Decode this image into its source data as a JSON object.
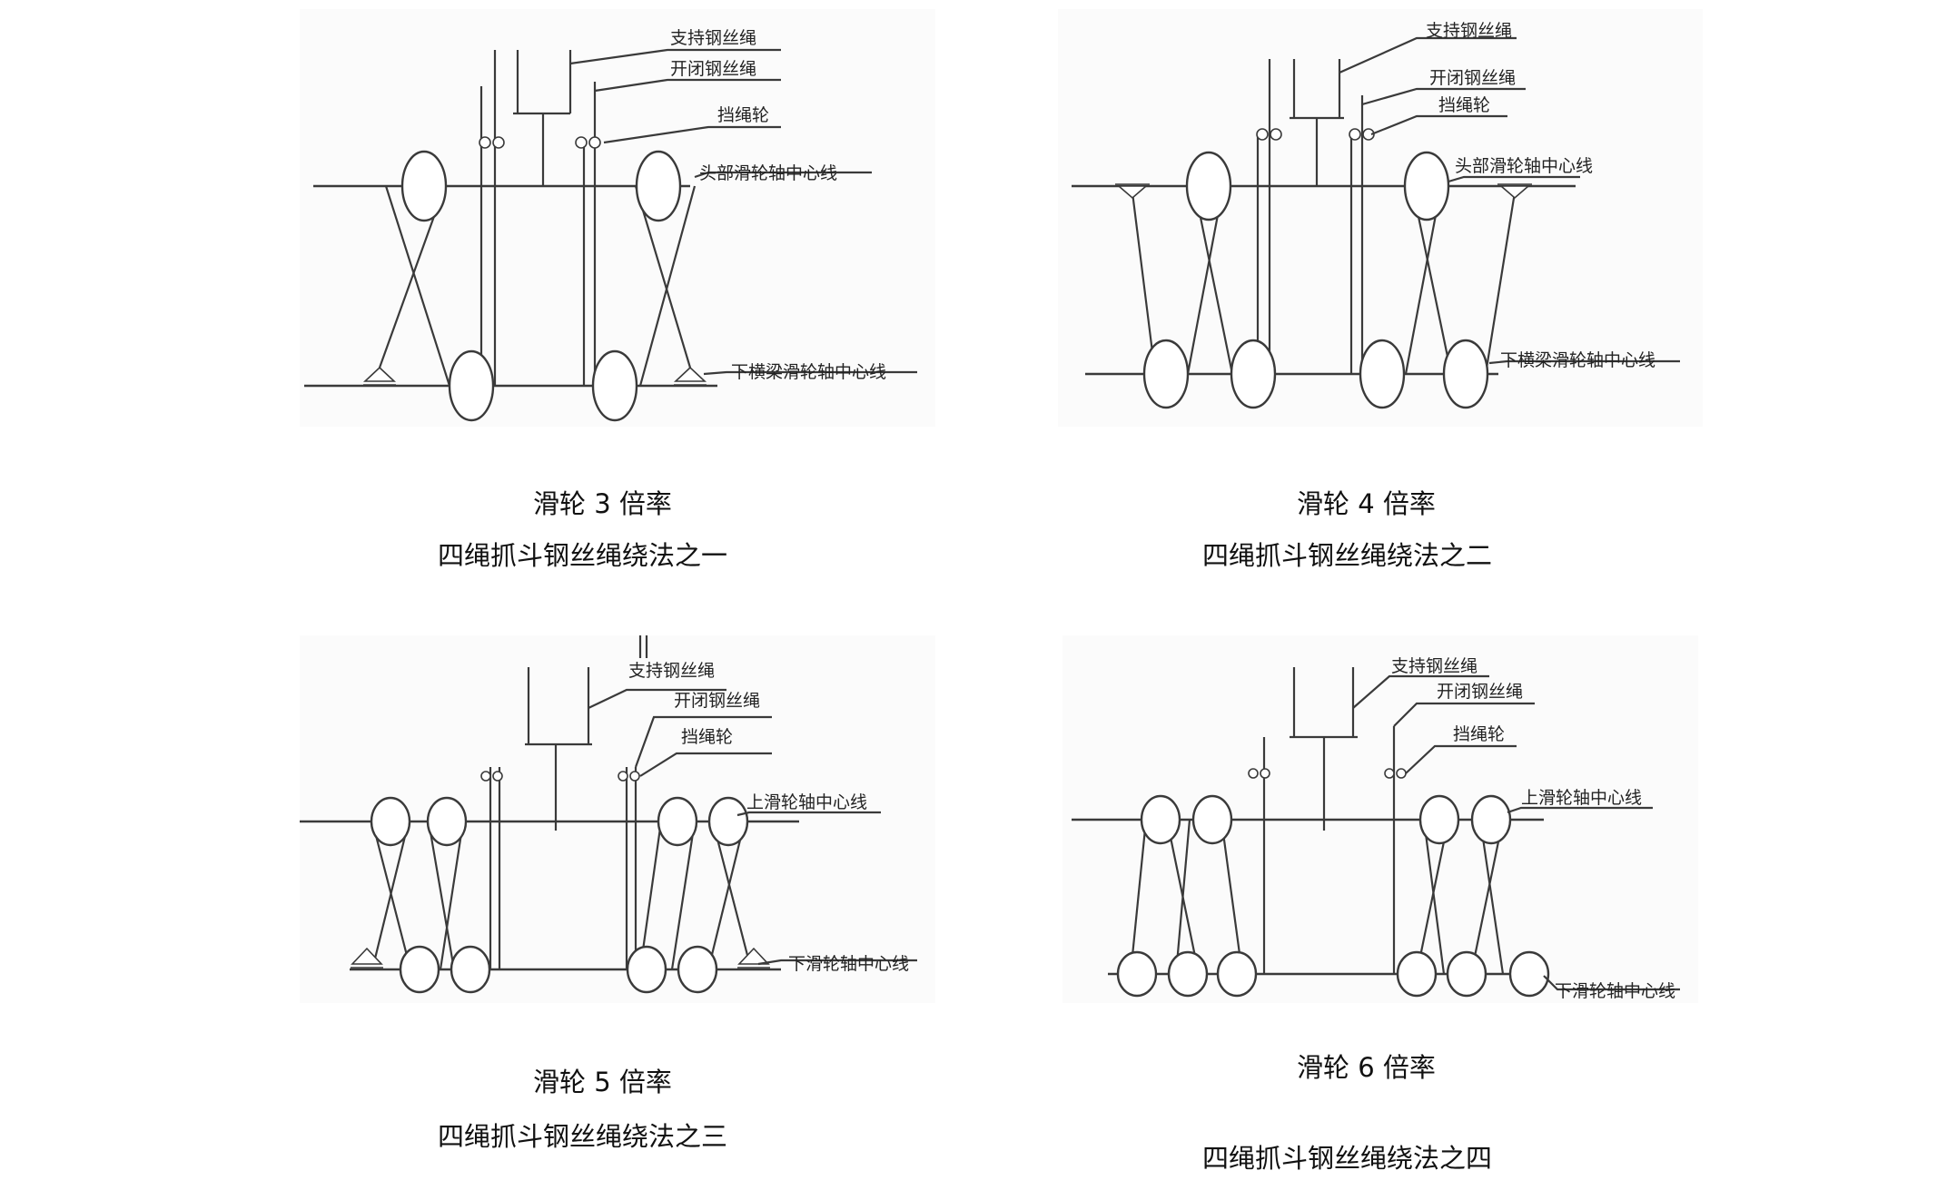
{
  "diagrams": [
    {
      "id": "d1",
      "labels": {
        "support_rope": "支持钢丝绳",
        "closing_rope": "开闭钢丝绳",
        "rope_guard": "挡绳轮",
        "upper_axis": "头部滑轮轴中心线",
        "lower_axis": "下横梁滑轮轴中心线"
      },
      "caption": {
        "ratio": "滑轮  3 倍率",
        "title": "四绳抓斗钢丝绳绕法之一"
      }
    },
    {
      "id": "d2",
      "labels": {
        "support_rope": "支持钢丝绳",
        "closing_rope": "开闭钢丝绳",
        "rope_guard": "挡绳轮",
        "upper_axis": "头部滑轮轴中心线",
        "lower_axis": "下横梁滑轮轴中心线"
      },
      "caption": {
        "ratio": "滑轮  4 倍率",
        "title": "四绳抓斗钢丝绳绕法之二"
      }
    },
    {
      "id": "d3",
      "labels": {
        "support_rope": "支持钢丝绳",
        "closing_rope": "开闭钢丝绳",
        "rope_guard": "挡绳轮",
        "upper_axis": "上滑轮轴中心线",
        "lower_axis": "下滑轮轴中心线"
      },
      "caption": {
        "ratio": "滑轮  5 倍率",
        "title": "四绳抓斗钢丝绳绕法之三"
      }
    },
    {
      "id": "d4",
      "labels": {
        "support_rope": "支持钢丝绳",
        "closing_rope": "开闭钢丝绳",
        "rope_guard": "挡绳轮",
        "upper_axis": "上滑轮轴中心线",
        "lower_axis": "下滑轮轴中心线"
      },
      "caption": {
        "ratio": "滑轮  6 倍率",
        "title": "四绳抓斗钢丝绳绕法之四"
      }
    }
  ]
}
